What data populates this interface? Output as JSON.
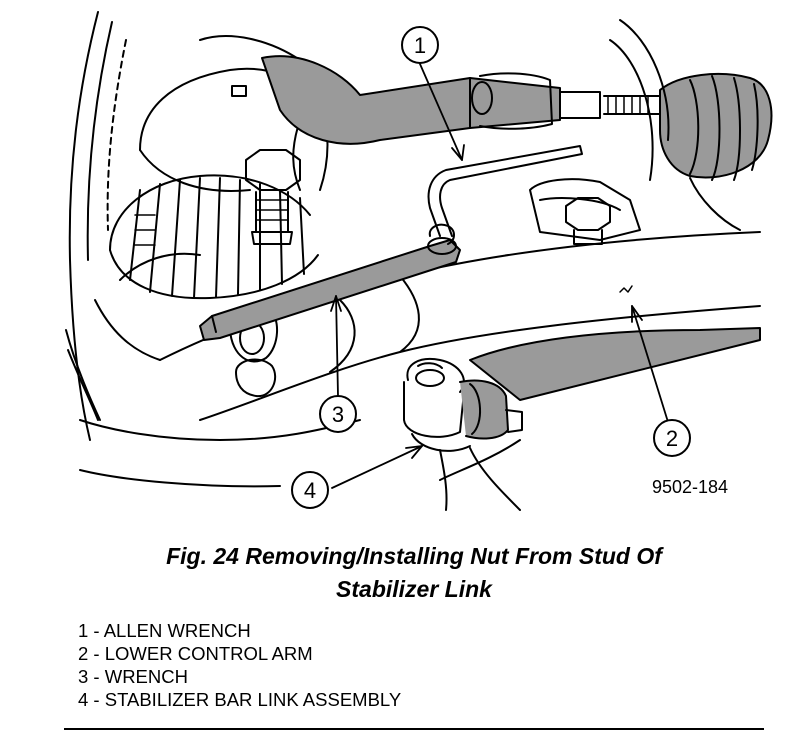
{
  "figure": {
    "caption_line1": "Fig. 24 Removing/Installing Nut From Stud Of",
    "caption_line2": "Stabilizer Link",
    "drawing_code": "9502-184"
  },
  "callouts": [
    "1",
    "2",
    "3",
    "4"
  ],
  "legend": [
    "1 - ALLEN WRENCH",
    "2 - LOWER CONTROL ARM",
    "3 - WRENCH",
    "4 - STABILIZER BAR LINK ASSEMBLY"
  ],
  "colors": {
    "line": "#000000",
    "shade": "#9a9a9a",
    "background": "#ffffff"
  }
}
